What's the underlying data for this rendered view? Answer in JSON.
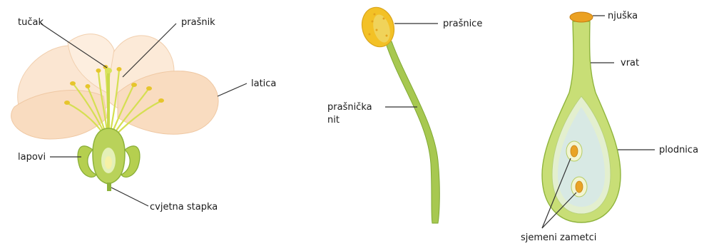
{
  "diagram": {
    "flower_labels": {
      "pistil": "tučak",
      "stamen": "prašnik",
      "petal": "latica",
      "sepals": "lapovi",
      "receptacle": "cvjetna stapka"
    },
    "stamen_labels": {
      "anther": "prašnice",
      "filament_line1": "prašnička",
      "filament_line2": "nit"
    },
    "pistil_labels": {
      "stigma": "njuška",
      "style": "vrat",
      "ovary": "plodnica",
      "ovules": "sjemeni zametci"
    }
  },
  "colors": {
    "petal": "#f9dcc0",
    "petal_light": "#fdeedd",
    "stamen_filament": "#d8e35a",
    "anther": "#f3c126",
    "green": "#a9c84a",
    "green_dark": "#7fa832",
    "ovary_inner": "#dfeec9",
    "ovule": "#e9a326"
  }
}
